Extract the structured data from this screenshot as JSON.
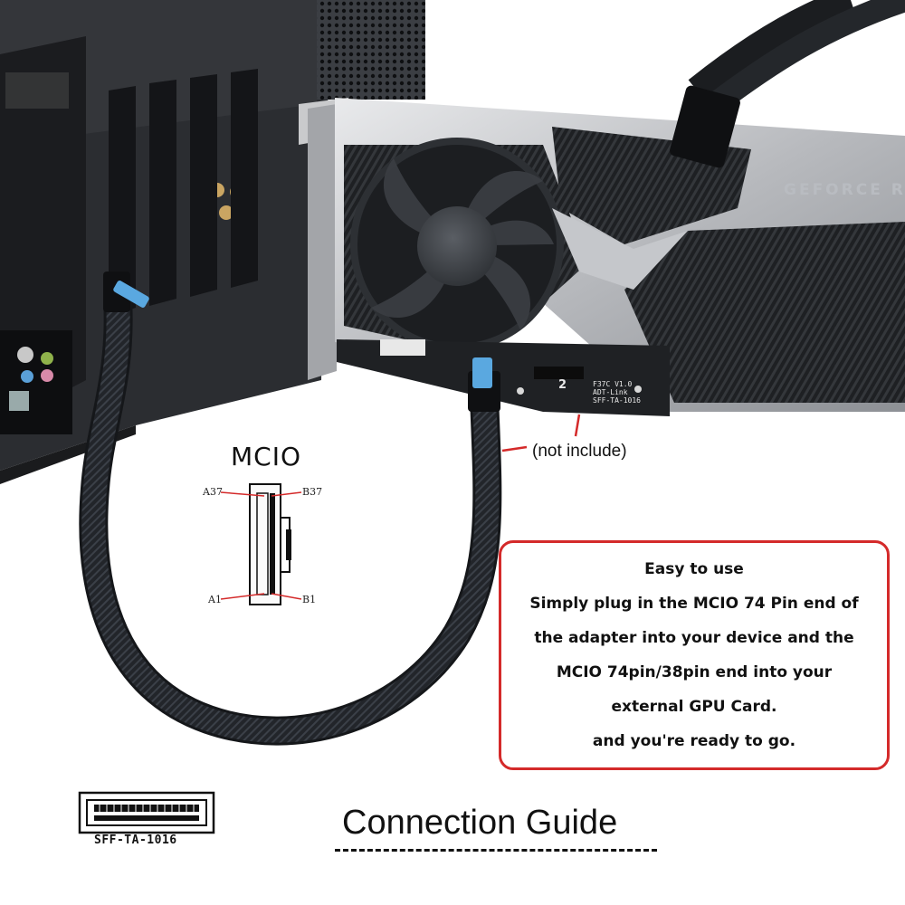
{
  "mcio": {
    "title": "MCIO",
    "pins": {
      "a37": "A37",
      "b37": "B37",
      "a1": "A1",
      "b1": "B1"
    }
  },
  "callout": {
    "not_included": "(not include)"
  },
  "info_box": {
    "lines": [
      "Easy to use",
      "Simply plug in the MCIO 74 Pin end of",
      "the adapter into your device and the",
      "MCIO 74pin/38pin end into your",
      "external GPU Card.",
      "and you're ready to go."
    ],
    "border_color": "#d42a2a"
  },
  "connector": {
    "label": "SFF-TA-1016"
  },
  "footer": {
    "title": "Connection Guide"
  },
  "gpu": {
    "brand": "GEFORCE R",
    "board_text": {
      "model": "F37C V1.0",
      "maker": "ADT-Link",
      "spec": "SFF-TA-1016",
      "slot": "2"
    }
  },
  "colors": {
    "cable": "#1d1f22",
    "tab": "#5aa8e0",
    "accent_red": "#d42a2a"
  }
}
